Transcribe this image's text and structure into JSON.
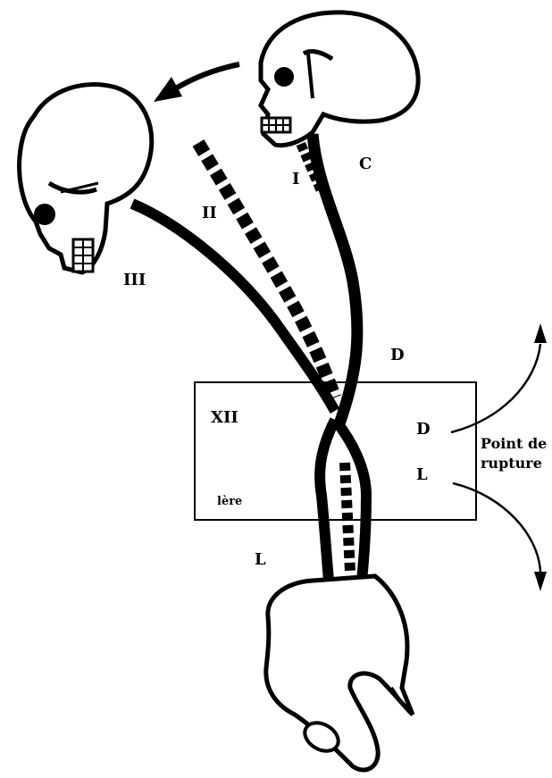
{
  "labels": {
    "pos_I": "I",
    "pos_II": "II",
    "pos_III": "III",
    "region_C": "C",
    "region_D_top": "D",
    "region_D_box": "D",
    "region_L_box": "L",
    "region_L_bottom": "L",
    "vertebra_XII": "XII",
    "vertebra_1ere": "lère",
    "point_line1": "Point de",
    "point_line2": "rupture"
  },
  "colors": {
    "ink": "#000000",
    "paper": "#ffffff"
  }
}
